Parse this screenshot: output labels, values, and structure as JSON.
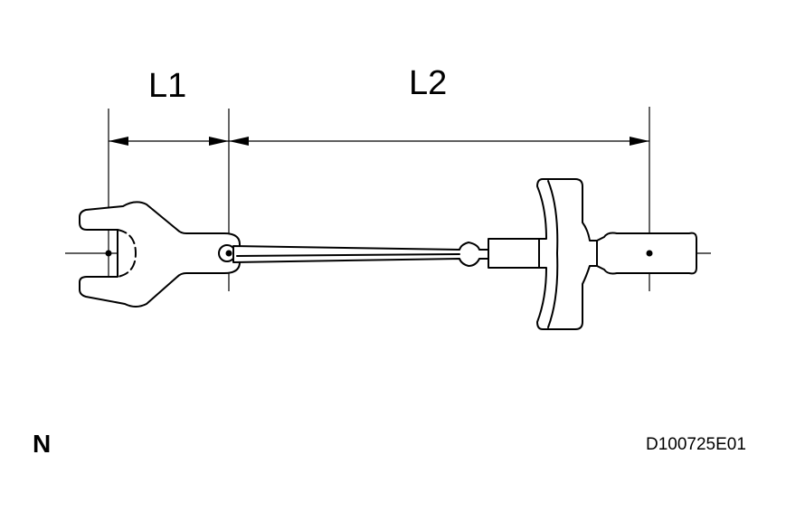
{
  "dimensions": {
    "l1_label": "L1",
    "l2_label": "L2"
  },
  "corner_label": "N",
  "figure_code": "D100725E01",
  "icons": [
    "open-end-wrench-icon",
    "torque-wrench-icon",
    "dimension-arrow-icon"
  ],
  "colors": {
    "line": "#000000",
    "background": "#ffffff"
  }
}
